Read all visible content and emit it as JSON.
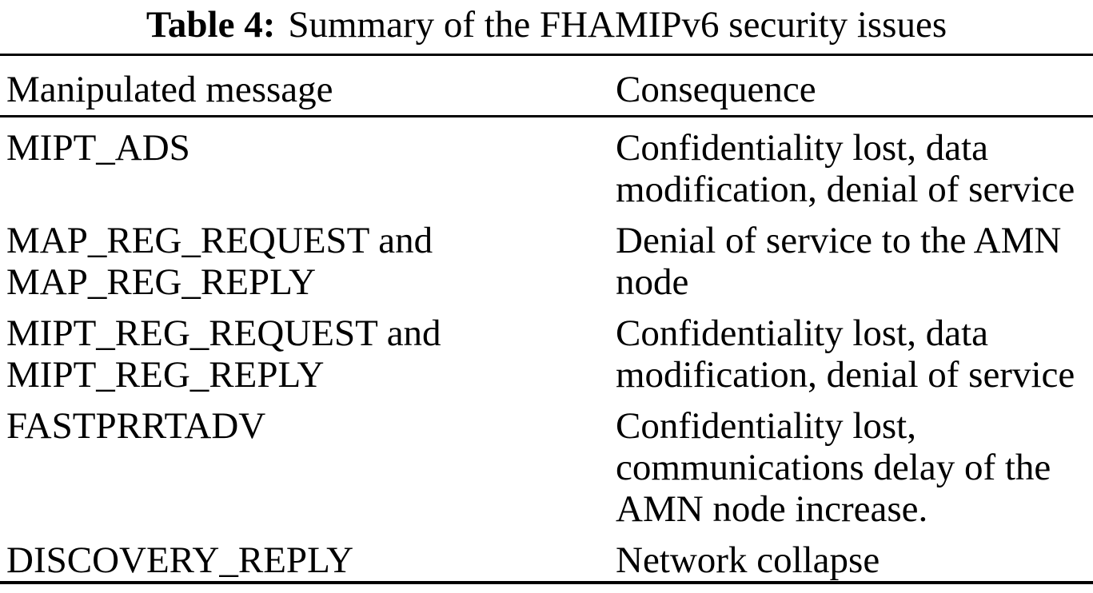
{
  "title": {
    "label": "Table 4:",
    "text": "Summary of the FHAMIPv6 security issues"
  },
  "table": {
    "columns": [
      "Manipulated message",
      "Consequence"
    ],
    "rows": [
      {
        "message": "MIPT_ADS",
        "consequence": "Confidentiality lost, data modification, denial of service"
      },
      {
        "message": "MAP_REG_REQUEST and MAP_REG_REPLY",
        "consequence": "Denial of service to the AMN node"
      },
      {
        "message": "MIPT_REG_REQUEST and MIPT_REG_REPLY",
        "consequence": "Confidentiality lost, data modification, denial of service"
      },
      {
        "message": "FASTPRRTADV",
        "consequence": "Confidentiality lost, communications delay of the AMN node increase."
      },
      {
        "message": "DISCOVERY_REPLY",
        "consequence": "Network collapse"
      }
    ]
  },
  "colors": {
    "text": "#000000",
    "background": "#ffffff",
    "rule": "#000000"
  }
}
